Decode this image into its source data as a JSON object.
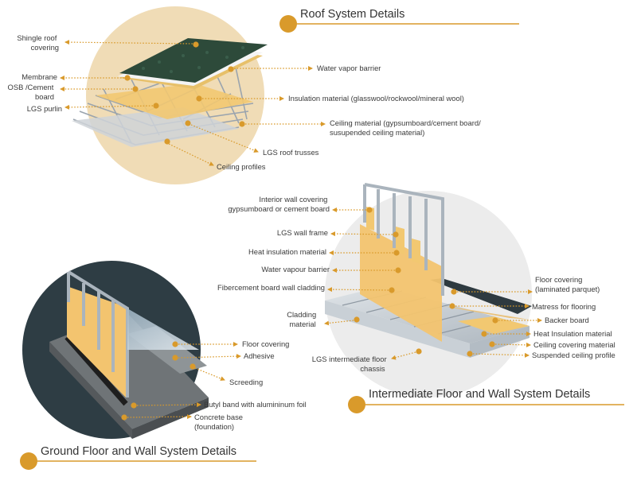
{
  "colors": {
    "accent": "#d99a2b",
    "roof_circle": "#f0dcb6",
    "intermediate_circle": "#ececec",
    "ground_circle": "#2e3d44",
    "insulation": "#f3c46f",
    "steel": "#a8b2bc",
    "shingle": "#2d4a3a"
  },
  "icons": [
    "section-bullet-icon",
    "label-marker-icon"
  ],
  "sections": {
    "roof": {
      "title": "Roof System Details",
      "labels": {
        "shingle": [
          "Shingle roof",
          "covering"
        ],
        "membrane": [
          "Membrane"
        ],
        "osb": [
          "OSB /Cement",
          "board"
        ],
        "purlin": [
          "LGS purlin"
        ],
        "vapor": [
          "Water vapor barrier"
        ],
        "insulation": [
          "Insulation material (glasswool/rockwool/mineral wool)"
        ],
        "ceiling_material": [
          "Ceiling material (gypsumboard/cement board/",
          "susupended ceiling material)"
        ],
        "trusses": [
          "LGS roof trusses"
        ],
        "profiles": [
          "Ceiling profiles"
        ]
      }
    },
    "intermediate": {
      "title": "Intermediate Floor and Wall System Details",
      "labels": {
        "interior_wall": [
          "Interior wall covering",
          "gypsumboard or cement board"
        ],
        "wall_frame": [
          "LGS wall frame"
        ],
        "heat_insulation": [
          "Heat insulation material"
        ],
        "vapour_barrier": [
          "Water vapour barrier"
        ],
        "fibercement": [
          "Fibercement board wall cladding"
        ],
        "cladding": [
          "Cladding",
          "material"
        ],
        "floor_chassis": [
          "LGS intermediate floor",
          "chassis"
        ],
        "floor_covering": [
          "Floor covering",
          "(laminated parquet)"
        ],
        "matress": [
          "Matress for flooring"
        ],
        "backer": [
          "Backer board"
        ],
        "heat_insulation_right": [
          "Heat Insulation material"
        ],
        "ceiling_covering": [
          "Ceiling covering material"
        ],
        "suspended_profile": [
          "Suspended ceiling profile"
        ]
      }
    },
    "ground": {
      "title": "Ground Floor and Wall System Details",
      "labels": {
        "floor_covering": [
          "Floor covering"
        ],
        "adhesive": [
          "Adhesive"
        ],
        "screeding": [
          "Screeding"
        ],
        "butyl": [
          "Butyl band with alumininum foil"
        ],
        "concrete": [
          "Concrete base",
          "(foundation)"
        ]
      }
    }
  }
}
